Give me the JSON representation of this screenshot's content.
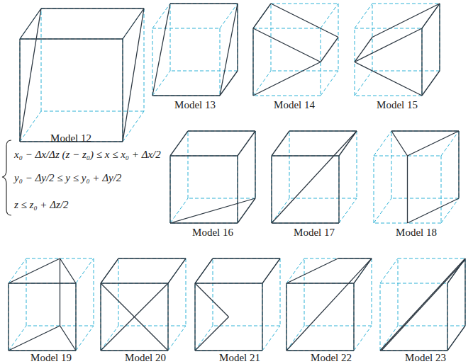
{
  "diagram": {
    "labels": [
      "Model 12",
      "Model 13",
      "Model 14",
      "Model 15",
      "Model 16",
      "Model 17",
      "Model 18",
      "Model 19",
      "Model 20",
      "Model 21",
      "Model 22",
      "Model 23",
      "x₀ − Δx/Δz (z − z₀) ≤ x ≤ x₀ + Δx/2",
      "y₀ − Δy/2 ≤ y ≤ y₀ + Δy/2",
      "z ≤ z₀ + Δz/2"
    ]
  }
}
